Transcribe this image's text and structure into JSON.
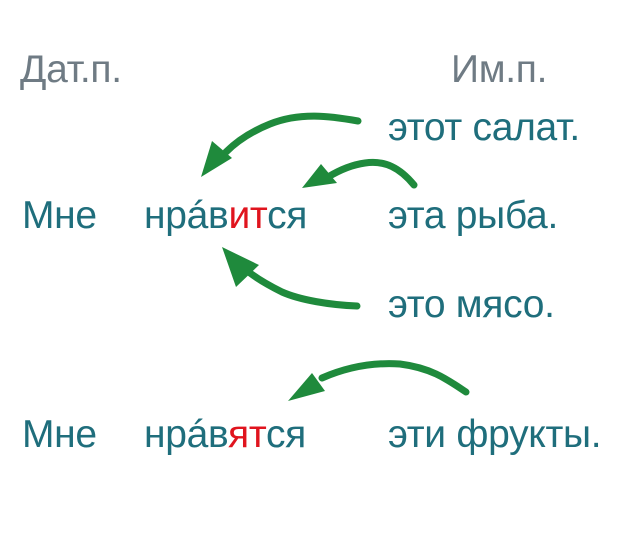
{
  "headers": {
    "dative": "Дат.п.",
    "nominative": "Им.п."
  },
  "rows": [
    {
      "subject": "Мне",
      "verb_stem": "нрáв",
      "verb_ending": "ит",
      "verb_suffix": "ся",
      "objects": [
        "этот салат.",
        "эта рыба.",
        "это мясо."
      ]
    },
    {
      "subject": "Мне",
      "verb_stem": "нрáв",
      "verb_ending": "ят",
      "verb_suffix": "ся",
      "objects": [
        "эти фрукты."
      ]
    }
  ],
  "colors": {
    "header_text": "#6f7b84",
    "main_text": "#1f6e7c",
    "verb_ending": "#e0141e",
    "arrow": "#1f8a3c"
  },
  "arrows": [
    {
      "from": "этот салат.",
      "to": "нрáвится"
    },
    {
      "from": "эта рыба.",
      "to": "нрáвится"
    },
    {
      "from": "это мясо.",
      "to": "нрáвится"
    },
    {
      "from": "эти фрукты.",
      "to": "нрáвятся"
    }
  ]
}
